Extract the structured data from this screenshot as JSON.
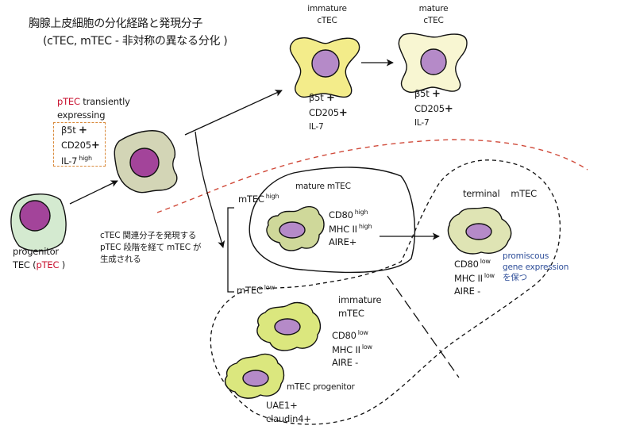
{
  "title": {
    "line1": "胸腺上皮細胞の分化経路と発現分子",
    "line2": "(cTEC, mTEC - 非対称の異なる分化 )"
  },
  "colors": {
    "progenitor_fill": "#d4ead0",
    "ptec_fill": "#d3d5b6",
    "nucleus_dark": "#a3449a",
    "nucleus_light": "#b58ac8",
    "immature_ctec_fill": "#f3ec8a",
    "mature_ctec_fill": "#f8f6d2",
    "mtec_fill": "#cfd89a",
    "terminal_mtec_fill": "#dfe4b4",
    "immature_mtec_fill": "#dbe77e",
    "separator_red": "#d04a3a",
    "marker_box_orange": "#d9893a",
    "ptec_red": "#c8102e",
    "promiscuous_blue": "#2f4f9a"
  },
  "progenitor": {
    "line1": "progenitor",
    "line2_prefix": "TEC (",
    "line2_red": "pTEC",
    "line2_suffix": " )"
  },
  "ptec": {
    "header_red": "pTEC",
    "header_rest": " transiently",
    "header_line2": "expressing",
    "markers": [
      {
        "name": "β5t",
        "state": "+"
      },
      {
        "name": "CD205",
        "state": "+"
      },
      {
        "name": "IL-7",
        "sup": "high"
      }
    ]
  },
  "note": {
    "line1": "cTEC 関連分子を発現する",
    "line2": "pTEC 段階を経て mTEC が",
    "line3": "生成される"
  },
  "immature_ctec": {
    "label1": "immature",
    "label2": "cTEC",
    "markers": [
      {
        "name": "β5t",
        "state": "+"
      },
      {
        "name": "CD205",
        "state": "+"
      },
      {
        "name": "IL-7"
      }
    ]
  },
  "mature_ctec": {
    "label1": "mature",
    "label2": "cTEC",
    "markers": [
      {
        "name": "β5t",
        "state": "+"
      },
      {
        "name": "CD205",
        "state": "+"
      },
      {
        "name": "IL-7"
      }
    ]
  },
  "mtec_high": {
    "branch_label": "mTEC",
    "branch_sup": "high",
    "label": "mature mTEC",
    "markers": [
      {
        "name": "CD80",
        "sup": "high"
      },
      {
        "name": "MHC II",
        "sup": "high"
      },
      {
        "name": "AIRE+"
      }
    ]
  },
  "mtec_low": {
    "branch_label": "mTEC",
    "branch_sup": "low",
    "label1": "immature",
    "label2": "mTEC",
    "markers": [
      {
        "name": "CD80",
        "sup": "low"
      },
      {
        "name": "MHC II",
        "sup": "low"
      },
      {
        "name": "AIRE -"
      }
    ]
  },
  "mtec_progenitor": {
    "label": "mTEC progenitor",
    "markers": [
      {
        "name": "UAE1+"
      },
      {
        "name": "claudin4+"
      }
    ]
  },
  "terminal_mtec": {
    "label": "terminal    mTEC",
    "markers": [
      {
        "name": "CD80",
        "sup": "low"
      },
      {
        "name": "MHC II",
        "sup": "low"
      },
      {
        "name": "AIRE -"
      }
    ],
    "promiscuous_line1": "promiscous",
    "promiscuous_line2": "gene expression",
    "promiscuous_line3": "を保つ"
  }
}
